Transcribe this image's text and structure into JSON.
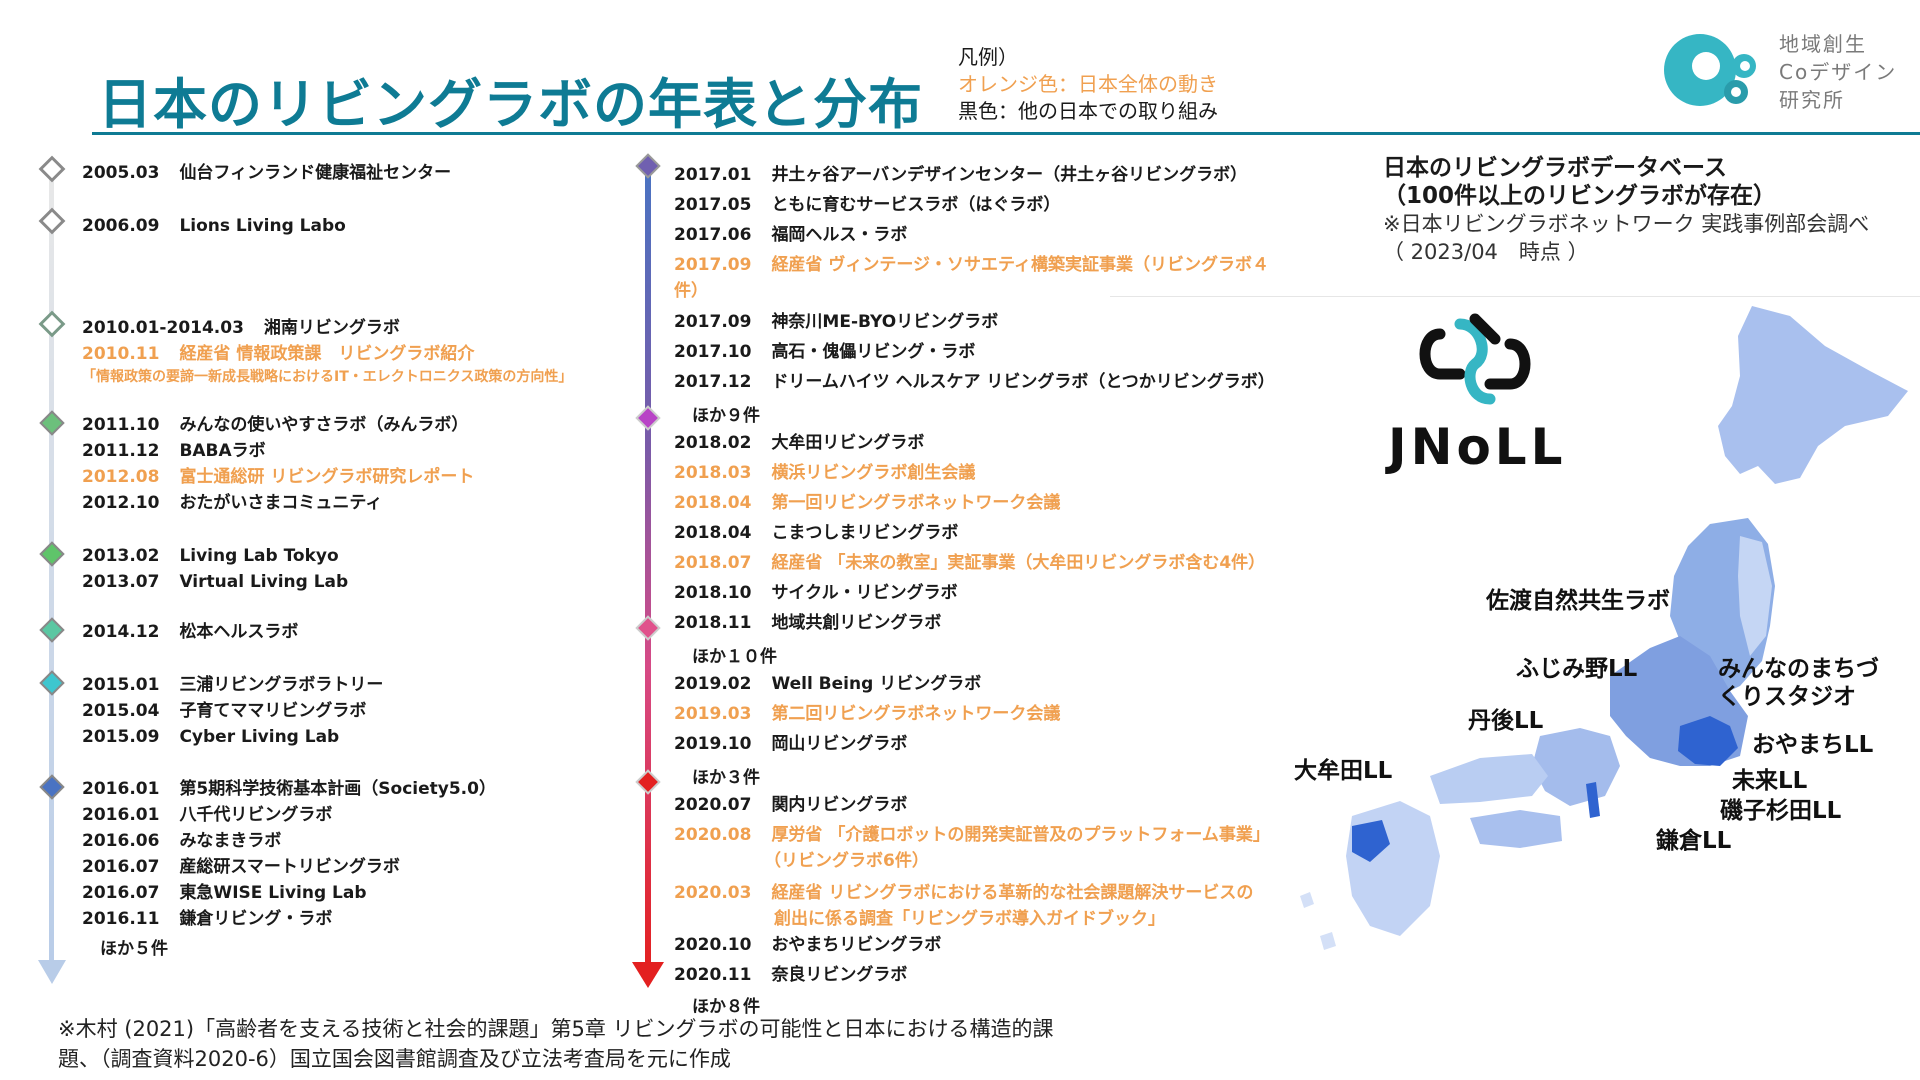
{
  "title": "日本のリビングラボの年表と分布",
  "legend": {
    "heading": "凡例）",
    "orange_note": "オレンジ色：日本全体の動き",
    "black_note": "黒色：他の日本での取り組み"
  },
  "brand": {
    "line1": "地域創生",
    "line2": "Coデザイン",
    "line3": "研究所"
  },
  "timeline_left": {
    "entries": [
      {
        "date": "2005.03",
        "text": "仙台フィンランド健康福祉センター",
        "orange": false
      },
      {
        "date": "2006.09",
        "text": "Lions Living Labo",
        "orange": false
      },
      {
        "date": "2010.01-2014.03",
        "text": "湘南リビングラボ",
        "orange": false
      },
      {
        "date": "2010.11",
        "text": "経産省 情報政策課　リビングラボ紹介",
        "orange": true
      },
      {
        "date": "2011.10",
        "text": "みんなの使いやすさラボ（みんラボ）",
        "orange": false
      },
      {
        "date": "2011.12",
        "text": "BABAラボ",
        "orange": false
      },
      {
        "date": "2012.08",
        "text": "富士通総研 リビングラボ研究レポート",
        "orange": true
      },
      {
        "date": "2012.10",
        "text": "おたがいさまコミュニティ",
        "orange": false
      },
      {
        "date": "2013.02",
        "text": "Living Lab Tokyo",
        "orange": false
      },
      {
        "date": "2013.07",
        "text": "Virtual Living Lab",
        "orange": false
      },
      {
        "date": "2014.12",
        "text": "松本ヘルスラボ",
        "orange": false
      },
      {
        "date": "2015.01",
        "text": "三浦リビングラボラトリー",
        "orange": false
      },
      {
        "date": "2015.04",
        "text": "子育てママリビングラボ",
        "orange": false
      },
      {
        "date": "2015.09",
        "text": "Cyber Living Lab",
        "orange": false
      },
      {
        "date": "2016.01",
        "text": "第5期科学技術基本計画（Society5.0）",
        "orange": false
      },
      {
        "date": "2016.01",
        "text": "八千代リビングラボ",
        "orange": false
      },
      {
        "date": "2016.06",
        "text": "みなまきラボ",
        "orange": false
      },
      {
        "date": "2016.07",
        "text": "産総研スマートリビングラボ",
        "orange": false
      },
      {
        "date": "2016.07",
        "text": "東急WISE Living Lab",
        "orange": false
      },
      {
        "date": "2016.11",
        "text": "鎌倉リビング・ラボ",
        "orange": false
      }
    ],
    "subline_2010_11": "「情報政策の要諦一新成長戦略におけるIT・エレクトロニクス政策の方向性」",
    "more": "ほか５件"
  },
  "timeline_right": {
    "entries": [
      {
        "date": "2017.01",
        "text": "井土ヶ谷アーバンデザインセンター（井土ヶ谷リビングラボ）",
        "orange": false
      },
      {
        "date": "2017.05",
        "text": "ともに育むサービスラボ（はぐラボ）",
        "orange": false
      },
      {
        "date": "2017.06",
        "text": "福岡ヘルス・ラボ",
        "orange": false
      },
      {
        "date": "2017.09",
        "text": "経産省 ヴィンテージ・ソサエティ構築実証事業（リビングラボ４",
        "orange": true
      },
      {
        "date": "2017.09",
        "text": "神奈川ME-BYOリビングラボ",
        "orange": false
      },
      {
        "date": "2017.10",
        "text": "高石・傀儡リビング・ラボ",
        "orange": false
      },
      {
        "date": "2017.12",
        "text": "ドリームハイツ ヘルスケア リビングラボ（とつかリビングラボ）",
        "orange": false
      },
      {
        "date": "2018.02",
        "text": "大牟田リビングラボ",
        "orange": false
      },
      {
        "date": "2018.03",
        "text": "横浜リビングラボ創生会議",
        "orange": true
      },
      {
        "date": "2018.04",
        "text": "第一回リビングラボネットワーク会議",
        "orange": true
      },
      {
        "date": "2018.04",
        "text": "こまつしまリビングラボ",
        "orange": false
      },
      {
        "date": "2018.07",
        "text": "経産省 「未来の教室」実証事業（大牟田リビングラボ含む4件）",
        "orange": true
      },
      {
        "date": "2018.10",
        "text": "サイクル・リビングラボ",
        "orange": false
      },
      {
        "date": "2018.11",
        "text": "地域共創リビングラボ",
        "orange": false
      },
      {
        "date": "2019.02",
        "text": "Well Being リビングラボ",
        "orange": false
      },
      {
        "date": "2019.03",
        "text": "第二回リビングラボネットワーク会議",
        "orange": true
      },
      {
        "date": "2019.10",
        "text": "岡山リビングラボ",
        "orange": false
      },
      {
        "date": "2020.07",
        "text": "関内リビングラボ",
        "orange": false
      },
      {
        "date": "2020.08",
        "text": "厚労省 「介護ロボットの開発実証普及のプラットフォーム事業」",
        "orange": true
      },
      {
        "date": "2020.03",
        "text": "経産省 リビングラボにおける革新的な社会課題解決サービスの",
        "orange": true
      },
      {
        "date": "2020.10",
        "text": "おやまちリビングラボ",
        "orange": false
      },
      {
        "date": "2020.11",
        "text": "奈良リビングラボ",
        "orange": false
      }
    ],
    "wrap_2017_09": "件）",
    "wrap_2020_08": "（リビングラボ6件）",
    "wrap_2020_03": "創出に係る調査「リビングラボ導入ガイドブック」",
    "more_2017": "ほか９件",
    "more_2018": "ほか１０件",
    "more_2019": "ほか３件",
    "more_2020": "ほか８件"
  },
  "database": {
    "line1": "日本のリビングラボデータベース",
    "line2": "（100件以上のリビングラボが存在）",
    "line3": "※日本リビングラボネットワーク 実践事例部会調べ",
    "line4": "（ 2023/04　時点 ）"
  },
  "jnoll_logo_text": "JNoLL",
  "map_labels": {
    "sado": "佐渡自然共生ラボ",
    "fujimino": "ふじみ野LL",
    "minnano_1": "みんなのまちづ",
    "minnano_2": "くりスタジオ",
    "tango": "丹後LL",
    "oyamachi": "おやまちLL",
    "omuta": "大牟田LL",
    "mirai": "未来LL",
    "isogo": "磯子杉田LL",
    "kamakura": "鎌倉LL"
  },
  "footnote": {
    "line1": "※木村 (2021)「高齢者を支える技術と社会的課題」第5章 リビングラボの可能性と日本における構造的課",
    "line2": "題、（調査資料2020-6）国立国会図書館調査及び立法考査局を元に作成"
  }
}
